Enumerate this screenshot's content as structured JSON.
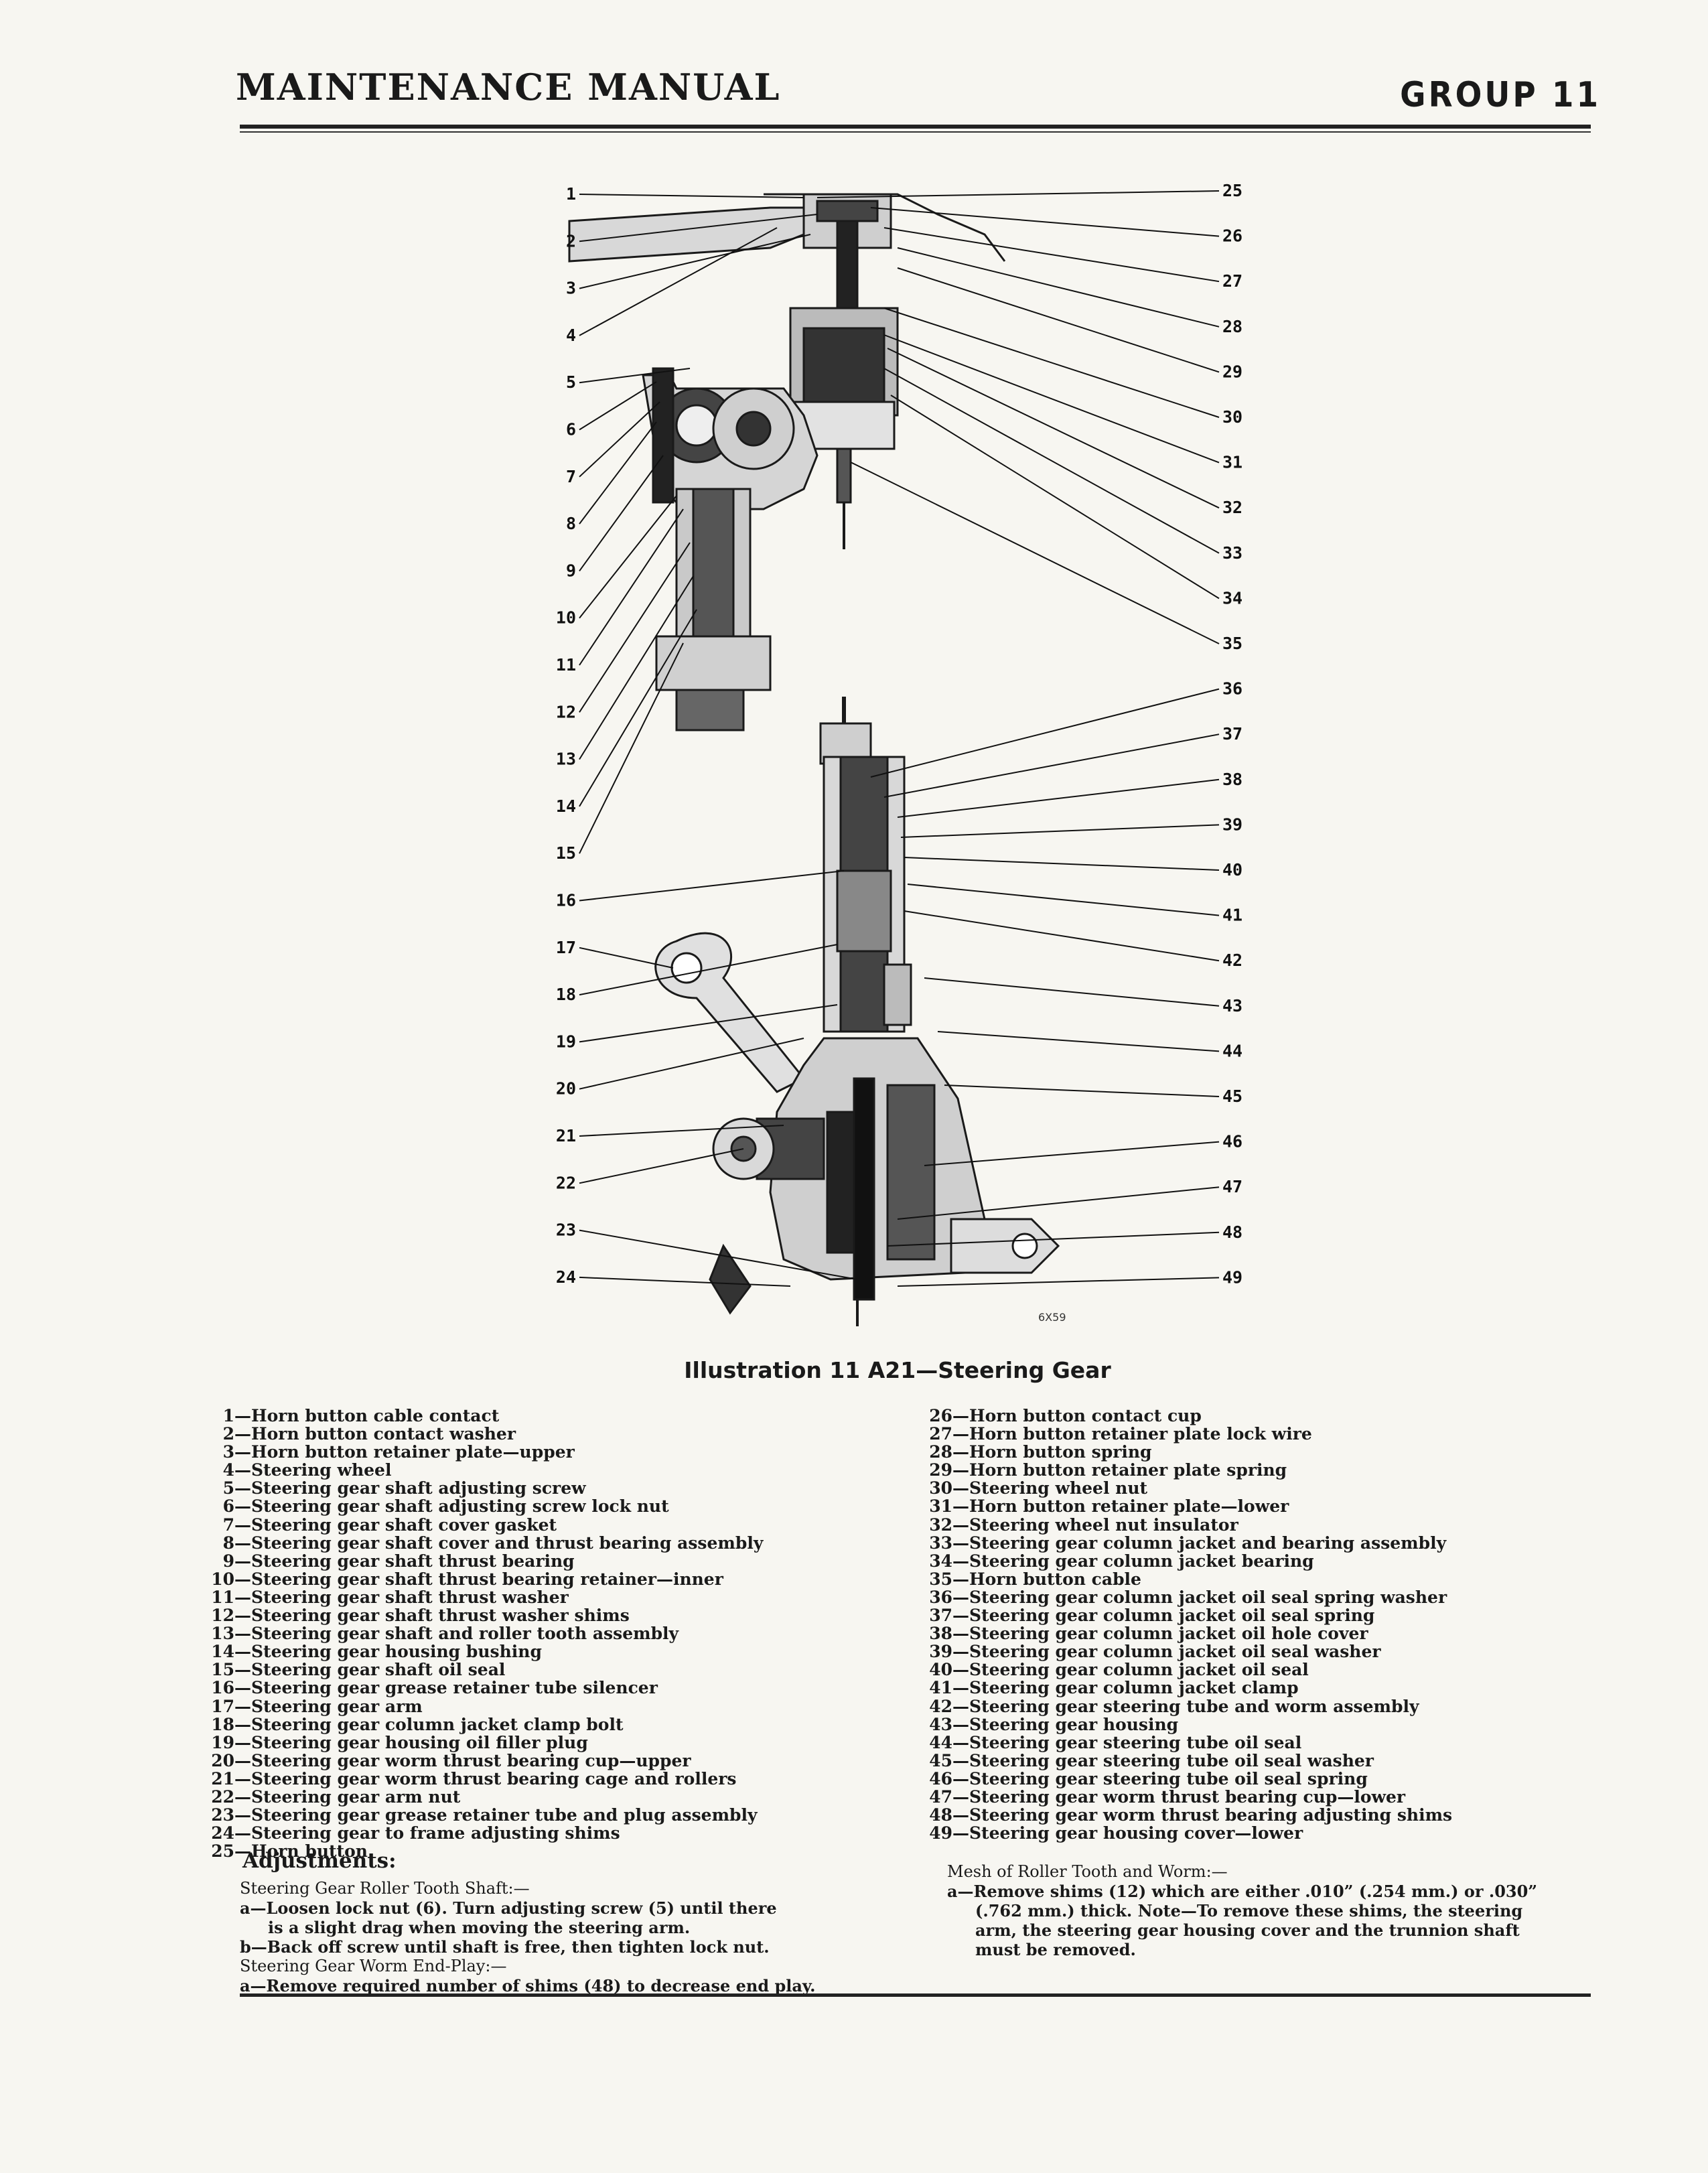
{
  "header": {
    "title": "MAINTENANCE MANUAL",
    "group": "GROUP 11"
  },
  "figure": {
    "caption": "Illustration 11 A21—Steering Gear",
    "code": "6X59",
    "callouts_left": [
      "1",
      "2",
      "3",
      "4",
      "5",
      "6",
      "7",
      "8",
      "9",
      "10",
      "11",
      "12",
      "13",
      "14",
      "15",
      "16",
      "17",
      "18",
      "19",
      "20",
      "21",
      "22",
      "23",
      "24"
    ],
    "callouts_right": [
      "25",
      "26",
      "27",
      "28",
      "29",
      "30",
      "31",
      "32",
      "33",
      "34",
      "35",
      "36",
      "37",
      "38",
      "39",
      "40",
      "41",
      "42",
      "43",
      "44",
      "45",
      "46",
      "47",
      "48",
      "49"
    ]
  },
  "legend_left": [
    {
      "n": "1",
      "t": "Horn button cable contact"
    },
    {
      "n": "2",
      "t": "Horn button contact washer"
    },
    {
      "n": "3",
      "t": "Horn button retainer plate—upper"
    },
    {
      "n": "4",
      "t": "Steering wheel"
    },
    {
      "n": "5",
      "t": "Steering gear shaft adjusting screw"
    },
    {
      "n": "6",
      "t": "Steering gear shaft adjusting screw lock nut"
    },
    {
      "n": "7",
      "t": "Steering gear shaft cover gasket"
    },
    {
      "n": "8",
      "t": "Steering gear shaft cover and thrust bearing assembly"
    },
    {
      "n": "9",
      "t": "Steering gear shaft thrust bearing"
    },
    {
      "n": "10",
      "t": "Steering gear shaft thrust bearing retainer—inner"
    },
    {
      "n": "11",
      "t": "Steering gear shaft thrust washer"
    },
    {
      "n": "12",
      "t": "Steering gear shaft thrust washer shims"
    },
    {
      "n": "13",
      "t": "Steering gear shaft and roller tooth assembly"
    },
    {
      "n": "14",
      "t": "Steering gear housing bushing"
    },
    {
      "n": "15",
      "t": "Steering gear shaft oil seal"
    },
    {
      "n": "16",
      "t": "Steering gear grease retainer tube silencer"
    },
    {
      "n": "17",
      "t": "Steering gear arm"
    },
    {
      "n": "18",
      "t": "Steering gear column jacket clamp bolt"
    },
    {
      "n": "19",
      "t": "Steering gear housing oil filler plug"
    },
    {
      "n": "20",
      "t": "Steering gear worm thrust bearing cup—upper"
    },
    {
      "n": "21",
      "t": "Steering gear worm thrust bearing cage and rollers"
    },
    {
      "n": "22",
      "t": "Steering gear arm nut"
    },
    {
      "n": "23",
      "t": "Steering gear grease retainer tube and plug assembly"
    },
    {
      "n": "24",
      "t": "Steering gear to frame adjusting shims"
    },
    {
      "n": "25",
      "t": "Horn button"
    }
  ],
  "legend_right": [
    {
      "n": "26",
      "t": "Horn button contact cup"
    },
    {
      "n": "27",
      "t": "Horn button retainer plate lock wire"
    },
    {
      "n": "28",
      "t": "Horn button spring"
    },
    {
      "n": "29",
      "t": "Horn button retainer plate spring"
    },
    {
      "n": "30",
      "t": "Steering wheel nut"
    },
    {
      "n": "31",
      "t": "Horn button retainer plate—lower"
    },
    {
      "n": "32",
      "t": "Steering wheel nut insulator"
    },
    {
      "n": "33",
      "t": "Steering gear column jacket and bearing assembly"
    },
    {
      "n": "34",
      "t": "Steering gear column jacket bearing"
    },
    {
      "n": "35",
      "t": "Horn button cable"
    },
    {
      "n": "36",
      "t": "Steering gear column jacket oil seal spring washer"
    },
    {
      "n": "37",
      "t": "Steering gear column jacket oil seal spring"
    },
    {
      "n": "38",
      "t": "Steering gear column jacket oil hole cover"
    },
    {
      "n": "39",
      "t": "Steering gear column jacket oil seal washer"
    },
    {
      "n": "40",
      "t": "Steering gear column jacket oil seal"
    },
    {
      "n": "41",
      "t": "Steering gear column jacket clamp"
    },
    {
      "n": "42",
      "t": "Steering gear steering tube and worm assembly"
    },
    {
      "n": "43",
      "t": "Steering gear housing"
    },
    {
      "n": "44",
      "t": "Steering gear steering tube oil seal"
    },
    {
      "n": "45",
      "t": "Steering gear steering tube oil seal washer"
    },
    {
      "n": "46",
      "t": "Steering gear steering tube oil seal spring"
    },
    {
      "n": "47",
      "t": "Steering gear worm thrust bearing cup—lower"
    },
    {
      "n": "48",
      "t": "Steering gear worm thrust bearing adjusting shims"
    },
    {
      "n": "49",
      "t": "Steering gear housing cover—lower"
    }
  ],
  "adjustments": {
    "title": "Adjustments:",
    "roller_title": "Steering Gear Roller Tooth Shaft:—",
    "roller_a1": "a—Loosen lock nut (6).  Turn adjusting screw (5) until there",
    "roller_a2": "is a slight drag when moving the steering arm.",
    "roller_b": "b—Back off screw until shaft is free, then tighten lock nut.",
    "worm_title": "Steering Gear Worm End-Play:—",
    "worm_a": "a—Remove required number of shims (48) to decrease end play.",
    "mesh_title": "Mesh of Roller Tooth and Worm:—",
    "mesh_a1": "a—Remove shims (12) which are either .010” (.254 mm.) or .030”",
    "mesh_a2": "(.762 mm.) thick.  Note—To remove these shims, the steering",
    "mesh_a3": "arm, the steering gear housing cover and the trunnion shaft",
    "mesh_a4": "must be removed."
  }
}
